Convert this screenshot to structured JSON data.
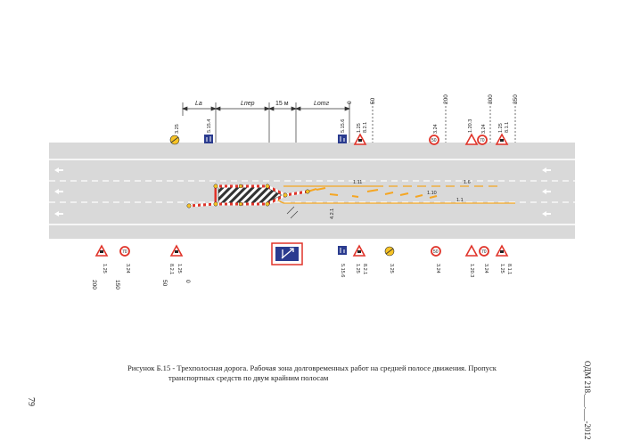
{
  "dimensions": {
    "l_a": "Lа",
    "l_per": "Lпер",
    "fifteen": "15 м",
    "l_otg": "Lотг"
  },
  "distances": {
    "top": [
      "0",
      "50",
      "200",
      "300",
      "350"
    ],
    "bottom": [
      "200",
      "150",
      "50",
      "0"
    ]
  },
  "signs_top": {
    "s1": "3.25",
    "s2": "5.15.4",
    "s3": "5.15.6",
    "s4a": "1.25",
    "s4b": "8.2.1",
    "s5": "3.24",
    "s6a": "1.20.3",
    "s6b": "3.24",
    "s7a": "1.25",
    "s7b": "8.1.1"
  },
  "signs_bottom": {
    "b1": "1.25",
    "b2": "3.24",
    "b3a": "1.25",
    "b3b": "8.2.1",
    "b5a": "5.15.6",
    "b5b": "1.25",
    "b5c": "8.2.1",
    "b6": "3.25",
    "b7": "3.24",
    "b8a": "1.20.3",
    "b8b": "3.24",
    "b9a": "1.25",
    "b9b": "8.1.1"
  },
  "markings": {
    "m111": "1.11",
    "m16": "1.6",
    "m110": "1.10",
    "m11": "1.1",
    "m42": "4.2.1"
  },
  "caption": {
    "line1": "Рисунок Б.15 - Трехполосная дорога. Рабочая зона долговременных работ на средней полосе движения. Пропуск",
    "line2": "транспортных средств по двум крайним полосам"
  },
  "side_text": "ОДМ 218.___.___-2012",
  "page_number": "79",
  "colors": {
    "road": "#d9d9d9",
    "marking_orange": "#f5a623",
    "barrier_red": "#e0342a",
    "sign_blue": "#2a3b8f",
    "sign_yellow": "#f7c325"
  }
}
